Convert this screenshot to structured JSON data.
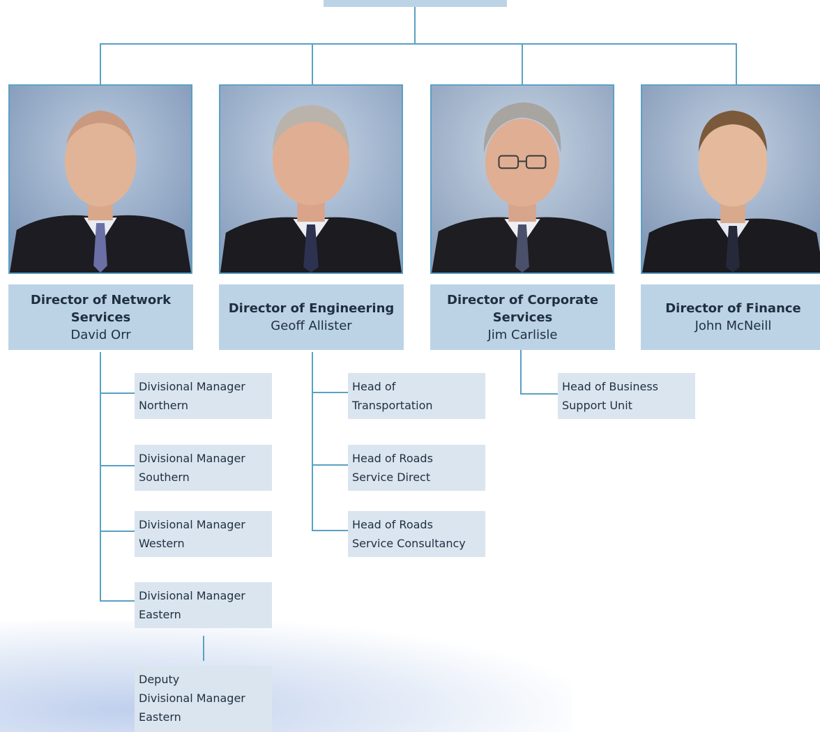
{
  "colors": {
    "connector": "#5aa0c4",
    "director_box": "#bcd3e6",
    "sub_box": "#dbe5ef",
    "text": "#1f2f3f"
  },
  "directors": [
    {
      "title_lines": [
        "Director of Network",
        "Services"
      ],
      "name": "David Orr",
      "portrait_icon": "portrait-photo-icon"
    },
    {
      "title_lines": [
        "Director of Engineering"
      ],
      "name": "Geoff Allister",
      "portrait_icon": "portrait-photo-icon"
    },
    {
      "title_lines": [
        "Director of Corporate",
        "Services"
      ],
      "name": "Jim Carlisle",
      "portrait_icon": "portrait-photo-icon"
    },
    {
      "title_lines": [
        "Director of Finance"
      ],
      "name": "John McNeill",
      "portrait_icon": "portrait-photo-icon"
    }
  ],
  "network_services_units": [
    {
      "lines": [
        "Divisional Manager",
        "Northern"
      ]
    },
    {
      "lines": [
        "Divisional Manager",
        "Southern"
      ]
    },
    {
      "lines": [
        "Divisional Manager",
        "Western"
      ]
    },
    {
      "lines": [
        "Divisional Manager",
        "Eastern"
      ]
    },
    {
      "lines": [
        "Deputy",
        "Divisional Manager",
        "Eastern"
      ]
    }
  ],
  "engineering_units": [
    {
      "lines": [
        "Head of",
        "Transportation"
      ]
    },
    {
      "lines": [
        "Head of Roads",
        "Service Direct"
      ]
    },
    {
      "lines": [
        "Head of Roads",
        "Service Consultancy"
      ]
    }
  ],
  "corporate_services_units": [
    {
      "lines": [
        "Head of Business",
        "Support Unit"
      ]
    }
  ]
}
